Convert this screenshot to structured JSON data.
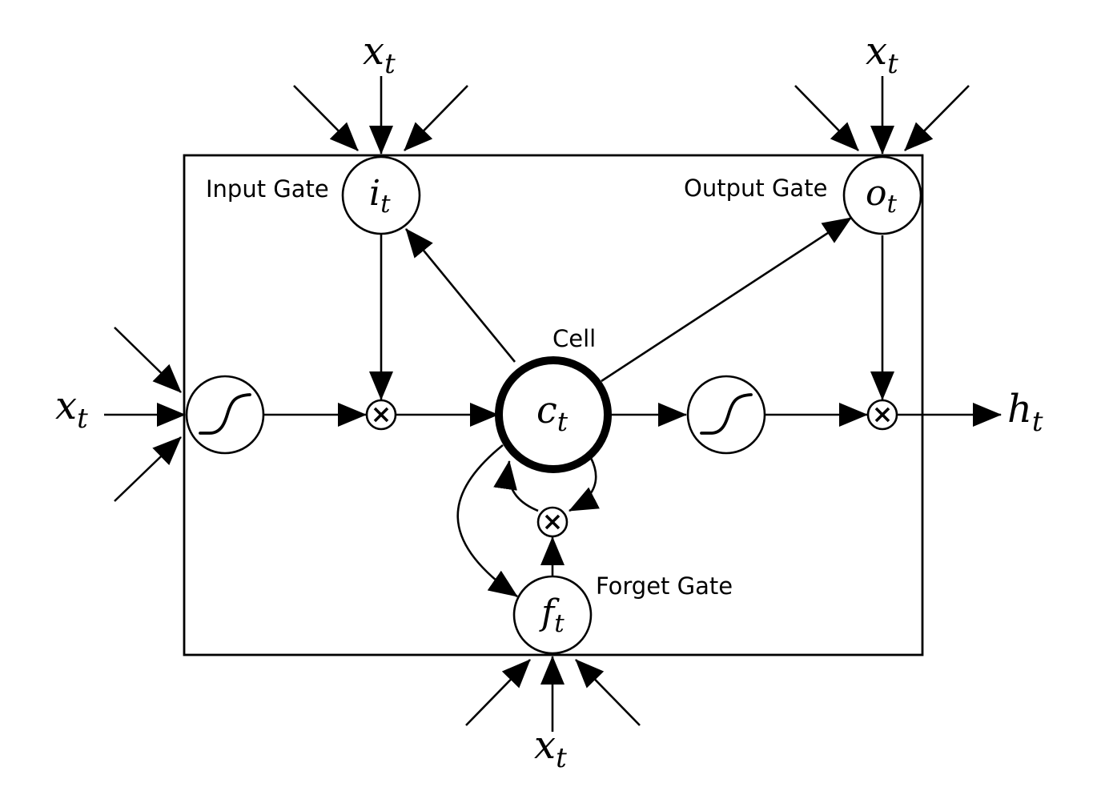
{
  "labels": {
    "input_gate": "Input Gate",
    "output_gate": "Output Gate",
    "forget_gate": "Forget Gate",
    "cell": "Cell"
  },
  "symbols": {
    "input_gate": {
      "base": "i",
      "sub": "t"
    },
    "output_gate": {
      "base": "o",
      "sub": "t"
    },
    "forget_gate": {
      "base": "f",
      "sub": "t"
    },
    "cell": {
      "base": "c",
      "sub": "t"
    },
    "output": {
      "base": "h",
      "sub": "t"
    },
    "input_top_left": {
      "base": "x",
      "sub": "t"
    },
    "input_top_right": {
      "base": "x",
      "sub": "t"
    },
    "input_left": {
      "base": "x",
      "sub": "t"
    },
    "input_bottom": {
      "base": "x",
      "sub": "t"
    }
  },
  "icons": {
    "multiply": "multiply-icon",
    "squash": "sigmoid-icon",
    "arrowhead": "arrowhead-icon"
  },
  "colors": {
    "stroke": "#000000",
    "background": "#ffffff"
  }
}
